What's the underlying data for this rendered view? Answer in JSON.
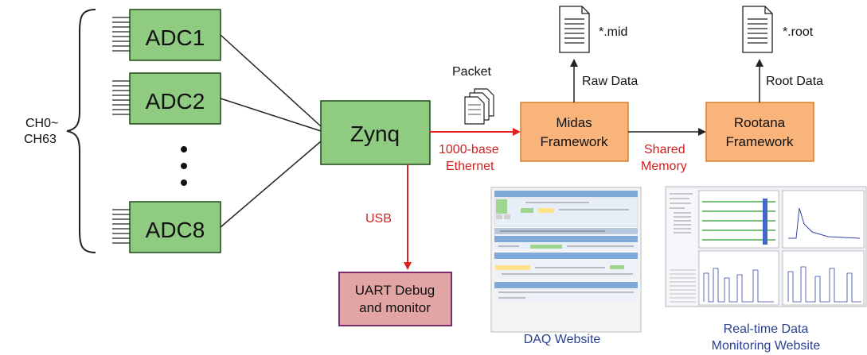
{
  "channels": {
    "line1": "CH0~",
    "line2": "CH63"
  },
  "adcs": {
    "adc1": "ADC1",
    "adc2": "ADC2",
    "adc8": "ADC8"
  },
  "zynq": "Zynq",
  "packet_label": "Packet",
  "ethernet": {
    "line1": "1000-base",
    "line2": "Ethernet"
  },
  "usb_label": "USB",
  "uart": {
    "line1": "UART Debug",
    "line2": "and monitor"
  },
  "midas": {
    "line1": "Midas",
    "line2": "Framework"
  },
  "rootana": {
    "line1": "Rootana",
    "line2": "Framework"
  },
  "shared_memory": {
    "line1": "Shared",
    "line2": "Memory"
  },
  "raw_data": "Raw Data",
  "root_data": "Root Data",
  "mid_file": "*.mid",
  "root_file": "*.root",
  "daq_website": "DAQ Website",
  "monitoring_website": {
    "line1": "Real-time Data",
    "line2": "Monitoring Website"
  },
  "colors": {
    "adc_fill": "#8fcc82",
    "adc_stroke": "#1f4a1a",
    "orange_fill": "#f9b47c",
    "orange_stroke": "#d9802b",
    "uart_fill": "#e3a4a4",
    "uart_stroke": "#7d2a6e",
    "red_arrow": "#e0201f",
    "black_arrow": "#222222"
  }
}
